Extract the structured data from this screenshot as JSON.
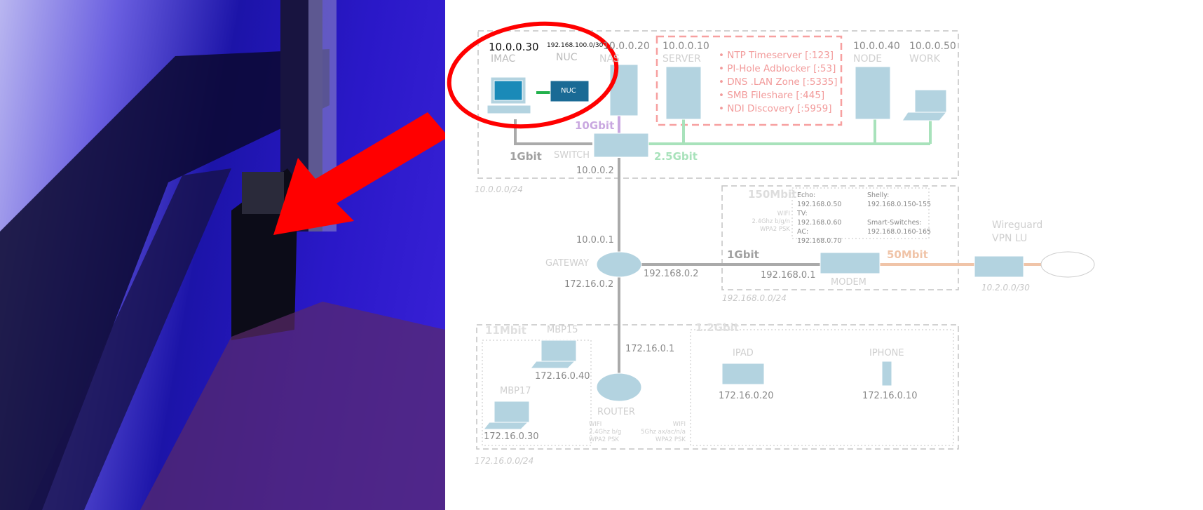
{
  "top_lan": {
    "subnet": "10.0.0.0/24",
    "imac": {
      "ip": "10.0.0.30",
      "name": "IMAC"
    },
    "nuc": {
      "ip": "192.168.100.0/30",
      "name": "NUC",
      "box_label": "NUC"
    },
    "nas": {
      "ip": "10.0.0.20",
      "name": "NAS"
    },
    "server": {
      "ip": "10.0.0.10",
      "name": "SERVER",
      "services": [
        "NTP Timeserver [:123]",
        "PI-Hole Adblocker [:53]",
        "DNS .LAN Zone [:5335]",
        "SMB Fileshare [:445]",
        "NDI Discovery [:5959]"
      ]
    },
    "node": {
      "ip": "10.0.0.40",
      "name": "NODE"
    },
    "work": {
      "ip": "10.0.0.50",
      "name": "WORK"
    },
    "switch": {
      "name": "SWITCH",
      "ip": "10.0.0.2"
    },
    "speeds": {
      "imac": "1Gbit",
      "nas": "10Gbit",
      "servers": "2.5Gbit"
    }
  },
  "gateway": {
    "name": "GATEWAY",
    "ip_top": "10.0.0.1",
    "ip_bottom": "172.16.0.2",
    "ip_right": "192.168.0.2",
    "link_speed": "1Gbit"
  },
  "modem_lan": {
    "subnet": "192.168.0.0/24",
    "wifi_speed": "150Mbit",
    "wifi": [
      "WIFI",
      "2.4Ghz b/g/n",
      "WPA2 PSK"
    ],
    "devices_left": [
      "Echo:",
      "192.168.0.50",
      "TV:",
      "192.168.0.60",
      "AC:",
      "192.168.0.70"
    ],
    "devices_right": [
      "Shelly:",
      "192.168.0.150-155",
      "",
      "Smart-Switches:",
      "192.168.0.160-165"
    ],
    "modem": {
      "name": "MODEM",
      "ip": "192.168.0.1"
    }
  },
  "vpn": {
    "speed": "50Mbit",
    "name": [
      "Wireguard",
      "VPN LU"
    ],
    "subnet": "10.2.0.0/30"
  },
  "guest_lan": {
    "subnet": "172.16.0.0/24",
    "router": {
      "name": "ROUTER",
      "ip": "172.16.0.1",
      "wifi_left": [
        "WIFI",
        "2.4Ghz b/g",
        "WPA2 PSK"
      ],
      "wifi_right": [
        "WIFI",
        "5Ghz ax/ac/n/a",
        "WPA2 PSK"
      ]
    },
    "slow": {
      "speed": "11Mbit",
      "mbp15": {
        "name": "MBP15",
        "ip": "172.16.0.40"
      },
      "mbp17": {
        "name": "MBP17",
        "ip": "172.16.0.30"
      }
    },
    "fast": {
      "speed": "1.2Gbit",
      "ipad": {
        "name": "IPAD",
        "ip": "172.16.0.20"
      },
      "iphone": {
        "name": "IPHONE",
        "ip": "172.16.0.10"
      }
    }
  },
  "colors": {
    "highlight": "#ff0000",
    "device": "#b3d3e0",
    "lan_green": "#a8e2bb",
    "nas_purple": "#c9a8e0",
    "vpn_orange": "#f0c4a8",
    "service_pink": "#f29a9a"
  }
}
